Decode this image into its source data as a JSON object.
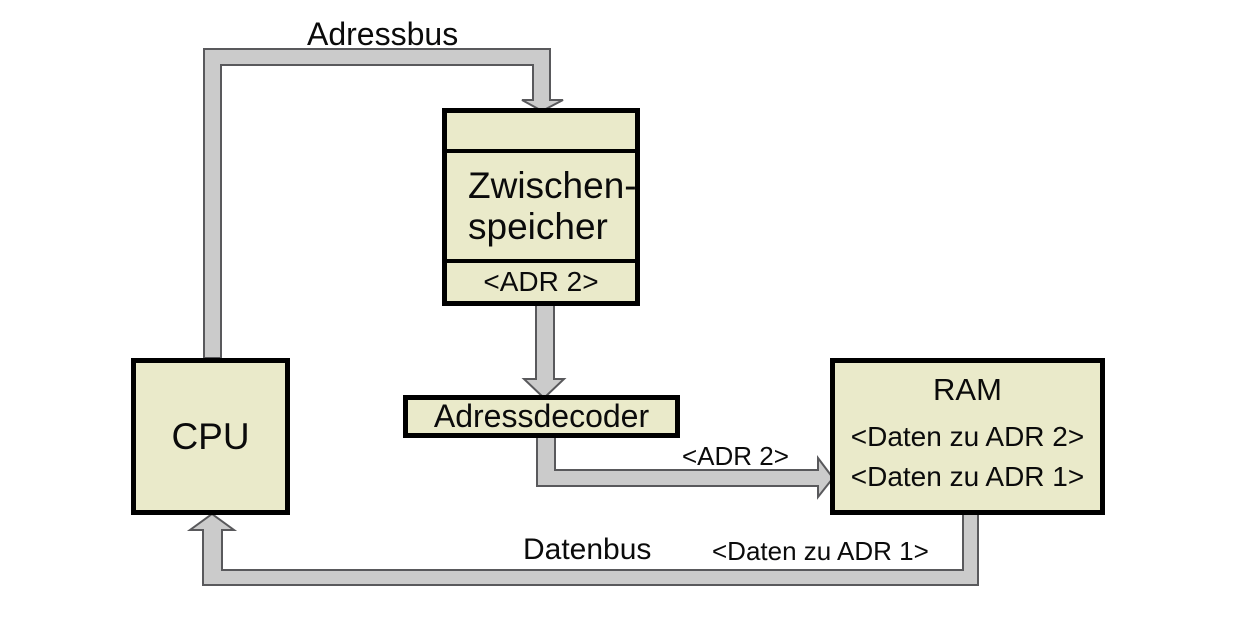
{
  "diagram": {
    "labels": {
      "adressbus": "Adressbus",
      "datenbus": "Datenbus",
      "adr2_bus": "<ADR 2>",
      "daten_zu_adr1_bus": "<Daten zu ADR 1>"
    },
    "nodes": {
      "cpu": {
        "label": "CPU"
      },
      "zwischenspeicher": {
        "label_line1": "Zwischen-",
        "label_line2": "speicher",
        "register_value": "<ADR 2>"
      },
      "adressdecoder": {
        "label": "Adressdecoder"
      },
      "ram": {
        "label": "RAM",
        "content_line1": "<Daten zu ADR 2>",
        "content_line2": "<Daten zu ADR 1>"
      }
    },
    "colors": {
      "node_fill": "#eaeaca",
      "node_border": "#000000",
      "bus_fill": "#cbcbcb",
      "bus_outline": "#59595c"
    }
  }
}
